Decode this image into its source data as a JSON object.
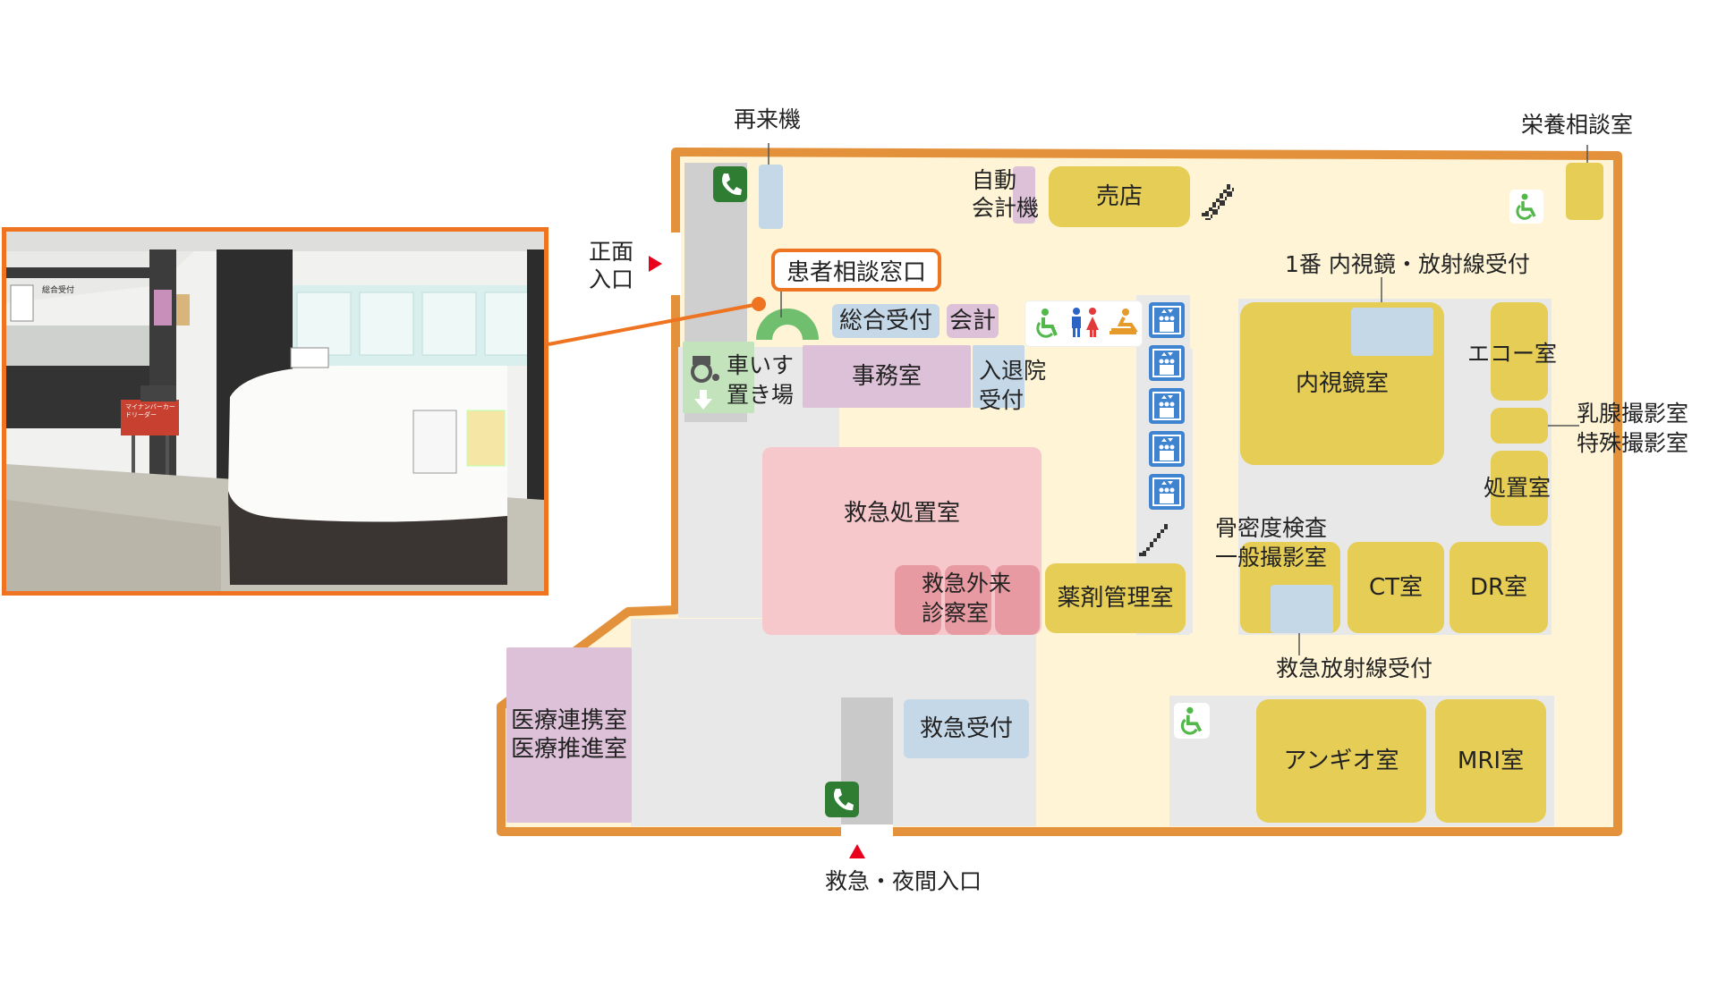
{
  "colors": {
    "frame": "#e3913a",
    "floor": "#fff5d6",
    "corridor": "#e8e8e8",
    "room_yellow": "#e6cd55",
    "room_blue": "#c5d8e8",
    "room_pink": "#f6c8cc",
    "room_red": "#e89aa2",
    "room_purple": "#dcc1d8",
    "highlight": "#ee7422",
    "entrance_marker": "#e8001c",
    "phone": "#2f7d32",
    "elevator": "#3f84d0"
  },
  "labels": {
    "reentry_machine": "再来機",
    "auto_payment": "自動\n会計機",
    "shop": "売店",
    "nutrition": "栄養相談室",
    "main_entrance": "正面\n入口",
    "patient_consult": "患者相談窓口",
    "general_reception": "総合受付",
    "cashier": "会計",
    "wheelchair_area": "車いす\n置き場",
    "office": "事務室",
    "admission": "入退院\n受付",
    "reception_1": "1番 内視鏡・放射線受付",
    "endoscopy": "内視鏡室",
    "echo": "エコー室",
    "mammo": "乳腺撮影室\n特殊撮影室",
    "treatment": "処置室",
    "emergency_treatment": "救急処置室",
    "emergency_outpatient": "救急外来\n診察室",
    "pharmacy": "薬剤管理室",
    "bone_density": "骨密度検査\n一般撮影室",
    "ct": "CT室",
    "dr": "DR室",
    "emergency_radiology": "救急放射線受付",
    "emergency_reception": "救急受付",
    "angio": "アンギオ室",
    "mri": "MRI室",
    "medical_coop": "医療連携室\n医療推進室",
    "night_entrance": "救急・夜間入口"
  },
  "icons": [
    "phone-icon",
    "wheelchair-icon",
    "restroom-icon",
    "baby-changing-icon",
    "elevator-icon",
    "stairs-icon",
    "entrance-arrow-icon"
  ],
  "photo": {
    "signs": [
      "総合受付",
      "マイナンバーカードリーダー"
    ]
  }
}
